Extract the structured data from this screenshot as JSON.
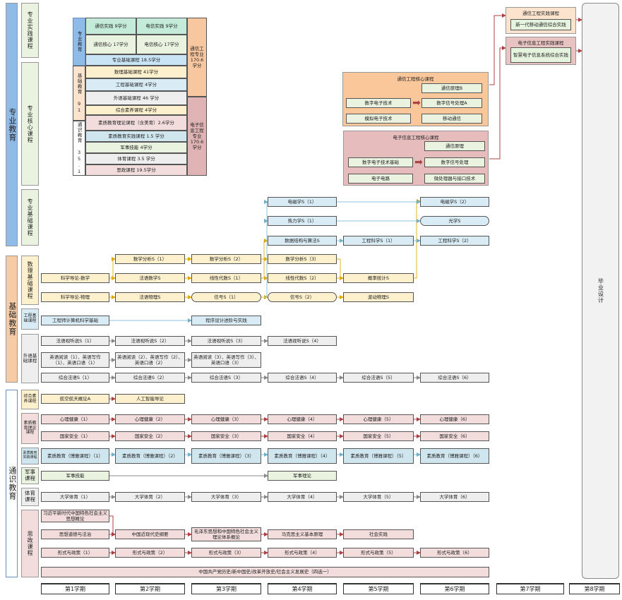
{
  "side": {
    "zhuanye": "专业教育",
    "jichu": "基础教育",
    "tongshi": "通识教育",
    "shijian": "专业实践课程",
    "hexin": "专业核心课程",
    "zyjichu": "专业基础课程",
    "shuli": "数理基础课程",
    "gongcheng": "工程基础课程",
    "waiyu": "外语基础课程",
    "zonghe": "综合素养课程",
    "suyang_lilun": "素质教育理论课程",
    "suyang_shijian": "素质教育实践课程",
    "junshi": "军事课程",
    "tiyu": "体育课程",
    "sizheng": "思政课程",
    "biye": "毕业设计"
  },
  "summary": {
    "zhuanye_label": "专业教育",
    "jichu_label": "基础教育 91",
    "tongshi_label": "通识教育 35.1",
    "txsj": "通信实践 9学分",
    "dxsj": "电信实践 9学分",
    "txhx": "通信核心 17学分",
    "dxhx": "电信核心 17学分",
    "zyjc": "专业基础课程 18.5学分",
    "slj": "数理基础课程 41学分",
    "gcjc": "工程基础课程 4学分",
    "wyjc": "外语基础课程 46 学分",
    "zhsy": "综合素养课程 4学分",
    "syll": "素质教育理论课程（含美育）2.6学分",
    "sysj": "素质教育实践课程 1.5 学分",
    "jsjn": "军事技能 4学分",
    "tykc": "体育课程 3.5 学分",
    "szkc": "思政课程 19.5学分",
    "txgc": "通信工程专业 170.6学分",
    "dzxx": "电子信息工程专业 170.6学分"
  },
  "practice": {
    "tx_title": "通信工程实践课程",
    "tx_item": "新一代移动通信综合实践",
    "dz_title": "电子信息工程实践课程",
    "dz_item": "智慧电子信息系统综合实践"
  },
  "txcore": {
    "title": "通信工程核心课程",
    "items": [
      "通信原理B",
      "数字电子技术",
      "数字信号处理A",
      "模拟电子技术",
      "移动通信"
    ]
  },
  "dzcore": {
    "title": "电子信息工程核心课程",
    "items": [
      "通信原理",
      "数字电子技术基础",
      "数字信号处理",
      "电子电路",
      "微处理器与接口技术"
    ]
  },
  "courses": {
    "dcx1": "电磁学S（1）",
    "dcx2": "电磁学S（2）",
    "rlx": "热力学S（1）",
    "gx": "光学S",
    "sjjg": "数据结构与算法S",
    "gckx1": "工程科学S（1）",
    "gckx2": "工程科学S（2）",
    "sxfx1": "数学分析S（1）",
    "sxfx2": "数学分析S（2）",
    "sxfx3": "数学分析S（3）",
    "kxdl_sx": "科学导论-数学",
    "fysx": "法语数学S",
    "xxds1": "线性代数S（1）",
    "xxds2": "线性代数S（2）",
    "glts": "概率统计S",
    "kxdl_wl": "科学导论-物理",
    "fywl": "法语物理S",
    "xh1": "信号S（1）",
    "xh2": "信号S（2）",
    "bdwl": "波动物理S",
    "gcjs": "工程师计算机科学基础",
    "cxsj": "程序设计进阶与实践",
    "ftst1": "法语视听说S（1）",
    "ftst2": "法语视听说S（2）",
    "ftst3": "法语视听说S（3）",
    "ftst4": "法语视听说S（4）",
    "yy1": "英语阅读（1）、英语写作（1）、英语口语（1）",
    "yy2": "英语阅读（2）、英语写作（2）、英语口语（2）",
    "yy3": "英语阅读（3）、英语写作（3）、英语口语（3）",
    "zhfy": [
      "综合法语S（1）",
      "综合法语S（2）",
      "综合法语S（3）",
      "综合法语S（4）",
      "综合法语S（5）",
      "综合法语S（6）"
    ],
    "hkht": "航空航天概论A",
    "rgzn": "人工智能导论",
    "xljk": [
      "心理健康（1）",
      "心理健康（2）",
      "心理健康（3）",
      "心理健康（4）",
      "心理健康（5）",
      "心理健康（6）"
    ],
    "gjaq": [
      "国家安全（1）",
      "国家安全（2）",
      "国家安全（3）",
      "国家安全（4）",
      "国家安全（5）",
      "国家安全（6）"
    ],
    "syjy": [
      "素质教育（博雅课程）（1）",
      "素质教育（博雅课程）（2）",
      "素质教育（博雅课程）（3）",
      "素质教育（博雅课程）（4）",
      "素质教育（博雅课程）（5）",
      "素质教育（博雅课程）（6）"
    ],
    "jsjn": "军事技能",
    "jsll": "军事理论",
    "dxty": [
      "大学体育（1）",
      "大学体育（2）",
      "大学体育（3）",
      "大学体育（4）",
      "大学体育（5）",
      "大学体育（6）"
    ],
    "xjp": "习近平新时代中国特色社会主义思想概论",
    "sxdd": "思想道德与法治",
    "zgjds": "中国近现代史纲要",
    "mzd": "毛泽东思想和中国特色社会主义理论体系概论",
    "mks": "马克思主义基本原理",
    "shsj": "社会实践",
    "xszc": [
      "形式与政策（1）",
      "形式与政策（2）",
      "形式与政策（3）",
      "形式与政策（4）",
      "形式与政策（5）",
      "形式与政策（6）"
    ],
    "dangshi": "中国共产党历史/新中国史/改革开放史/社会主义发展史（四选一）"
  },
  "semesters": [
    "第1学期",
    "第2学期",
    "第3学期",
    "第4学期",
    "第5学期",
    "第6学期",
    "第7学期",
    "第8学期"
  ],
  "colors": {
    "blue": "#8fbbe8",
    "orange": "#f6cba5",
    "coreOrange": "#f9c79a",
    "coreRed": "#e6bcbc",
    "arrowRed": "#a94442",
    "arrowGold": "#e6b422",
    "arrowBlue": "#8ec5dc"
  }
}
